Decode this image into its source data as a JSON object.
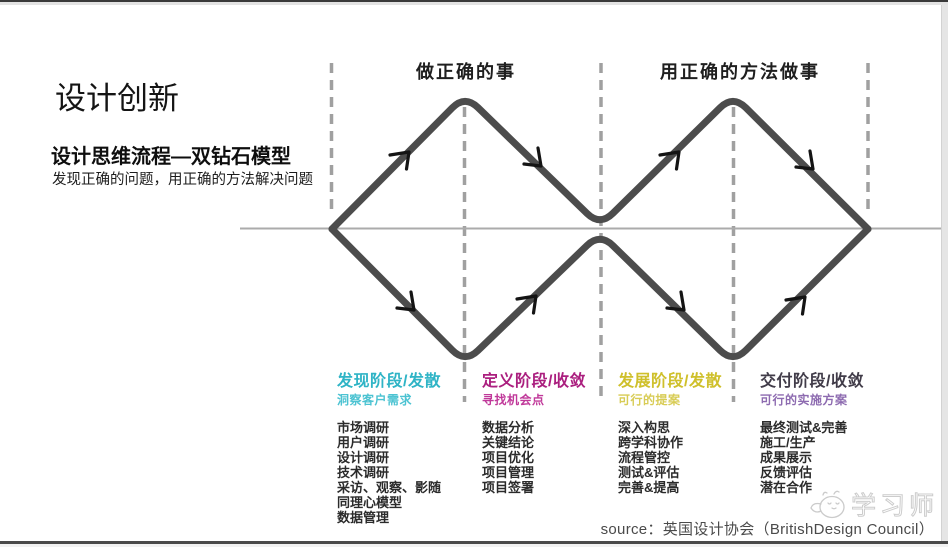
{
  "page": {
    "title": "设计创新",
    "subtitle": "设计思维流程—双钻石模型",
    "description": "发现正确的问题，用正确的方法解决问题",
    "source": "source：英国设计协会（BritishDesign Council）",
    "watermark": "学习师"
  },
  "diagram": {
    "type": "double-diamond",
    "top_labels": [
      "做正确的事",
      "用正确的方法做事"
    ],
    "stroke_color": "#4c4c4c",
    "axis_color": "#ababab",
    "guide_color": "#a0a0a0",
    "arrow_color": "#141414"
  },
  "phases": [
    {
      "title": "发现阶段/发散",
      "subtitle": "洞察客户需求",
      "color": "#2fb4c6",
      "sub_color": "#4cc3d2",
      "items": [
        "市场调研",
        "用户调研",
        "设计调研",
        "技术调研",
        "采访、观察、影随",
        "同理心模型",
        "数据管理"
      ]
    },
    {
      "title": "定义阶段/收敛",
      "subtitle": "寻找机会点",
      "color": "#ab1f7f",
      "sub_color": "#c0399a",
      "items": [
        "数据分析",
        "关键结论",
        "项目优化",
        "项目管理",
        "项目签署"
      ]
    },
    {
      "title": "发展阶段/发散",
      "subtitle": "可行的提案",
      "color": "#cfc02b",
      "sub_color": "#d8cc55",
      "items": [
        "深入构思",
        "跨学科协作",
        "流程管控",
        "测试&评估",
        "完善&提高"
      ]
    },
    {
      "title": "交付阶段/收敛",
      "subtitle": "可行的实施方案",
      "color": "#413c49",
      "sub_color": "#8d6bb0",
      "items": [
        "最终测试&完善",
        "施工/生产",
        "成果展示",
        "反馈评估",
        "潜在合作"
      ]
    }
  ]
}
